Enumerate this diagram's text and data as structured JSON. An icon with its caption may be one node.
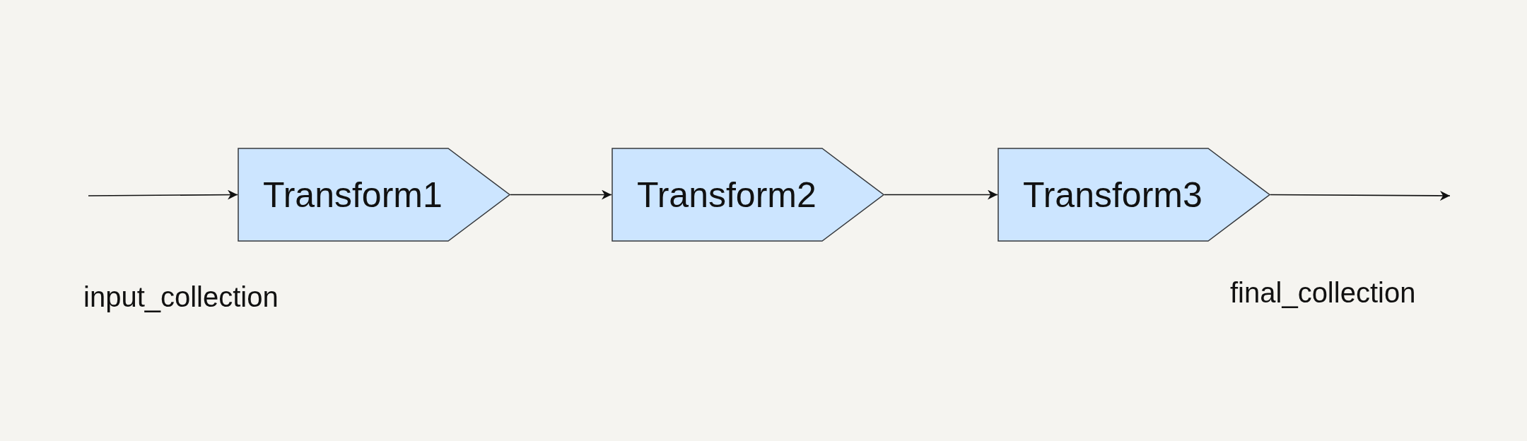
{
  "diagram": {
    "nodes": [
      {
        "text": [
          "Transform1"
        ]
      },
      {
        "text": [
          "Transform2"
        ]
      },
      {
        "text": [
          "Transform3"
        ]
      }
    ],
    "edges": [
      {
        "from": null,
        "to": 0,
        "arrow": "to"
      },
      {
        "from": 0,
        "to": 1,
        "arrow": "to"
      },
      {
        "from": 1,
        "to": 2,
        "arrow": "to"
      },
      {
        "from": 2,
        "to": null,
        "arrow": "to"
      }
    ],
    "labels": [
      "input_collection",
      "final_collection"
    ]
  }
}
